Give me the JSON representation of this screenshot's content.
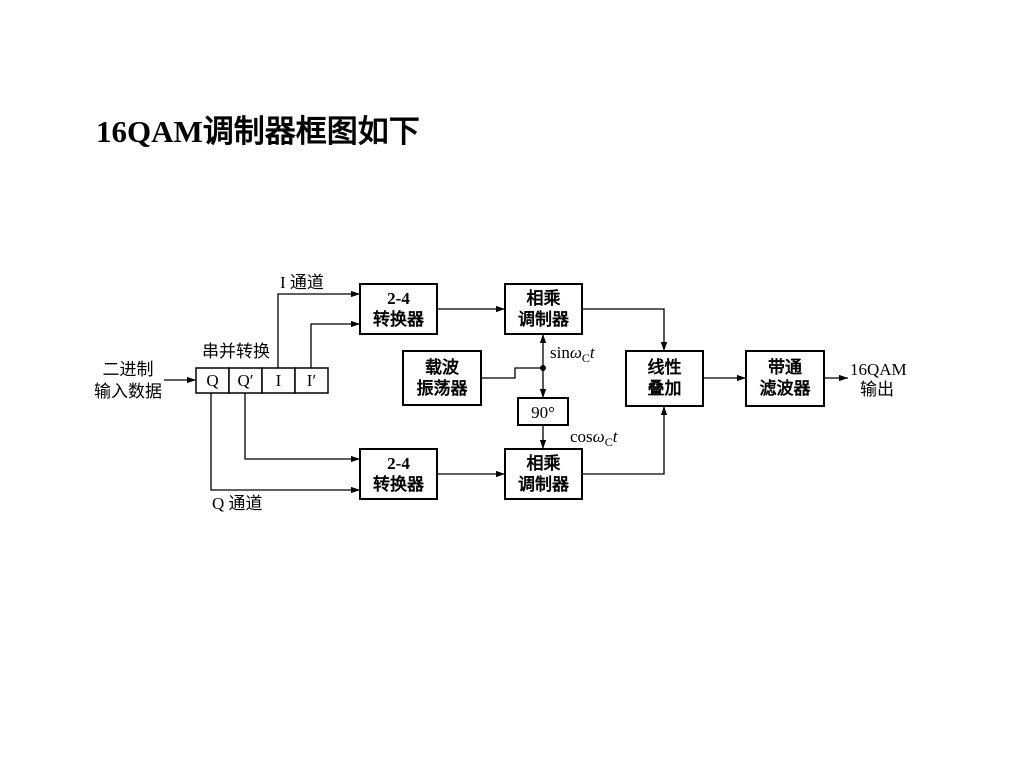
{
  "page": {
    "title": "16QAM调制器框图如下"
  },
  "diagram": {
    "input_label": [
      "二进制",
      "输入数据"
    ],
    "serial_parallel": {
      "label": "串并转换",
      "cells": [
        "Q",
        "Q′",
        "I",
        "I′"
      ]
    },
    "i_channel_label": "I 通道",
    "q_channel_label": "Q 通道",
    "converter_top": [
      "2-4",
      "转换器"
    ],
    "converter_bottom": [
      "2-4",
      "转换器"
    ],
    "multiplier_top": [
      "相乘",
      "调制器"
    ],
    "multiplier_bottom": [
      "相乘",
      "调制器"
    ],
    "oscillator": [
      "载波",
      "振荡器"
    ],
    "phase_shift": "90°",
    "sin_label": {
      "prefix": "sin",
      "omega": "ω",
      "sub": "C",
      "t": "t"
    },
    "cos_label": {
      "prefix": "cos",
      "omega": "ω",
      "sub": "C",
      "t": "t"
    },
    "summer": [
      "线性",
      "叠加"
    ],
    "bandpass": [
      "带通",
      "滤波器"
    ],
    "output_label": [
      "16QAM",
      "输出"
    ]
  }
}
